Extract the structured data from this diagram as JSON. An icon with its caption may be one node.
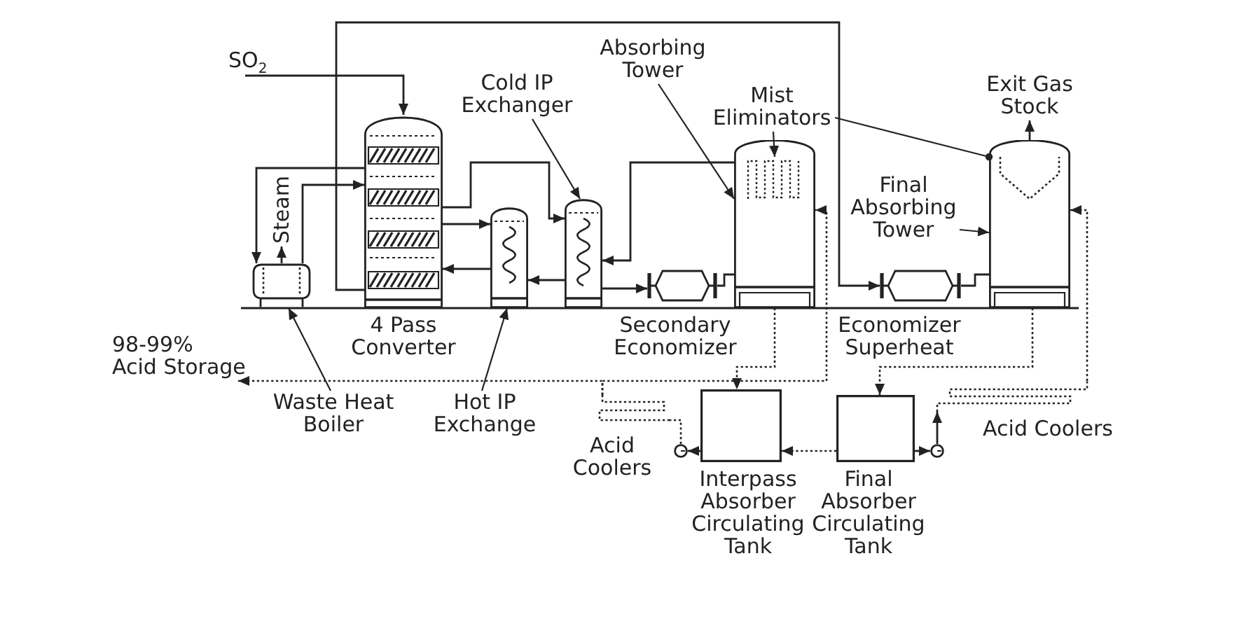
{
  "diagram": {
    "nodes": [
      {
        "text": [
          "SO$_{2}$"
        ]
      },
      {
        "text": [
          "4 Pass Converter"
        ]
      },
      {
        "text": [],
        "shape": "cylinder"
      },
      {
        "text": [
          "Steam"
        ]
      },
      {
        "text": [
          "Waste Heat Boiler"
        ]
      },
      {
        "text": [],
        "shape": "cylinder"
      },
      {
        "text": [
          "Hot IP Exchange"
        ]
      },
      {
        "text": [],
        "shape": "cylinder"
      },
      {
        "text": [
          "Cold IP Exchanger"
        ]
      },
      {
        "text": [
          "Secondary Economizer"
        ]
      },
      {
        "text": [],
        "shape": "cylinder"
      },
      {
        "text": [],
        "shape": "box",
        "in": 10
      },
      {
        "text": [
          "Absorbing Tower"
        ]
      },
      {
        "text": [
          "Mist Eliminators"
        ]
      },
      {
        "text": [
          "Economizer Superheat"
        ]
      },
      {
        "text": [],
        "shape": "cylinder"
      },
      {
        "text": [
          "Final Absorbing Tower"
        ]
      },
      {
        "text": [
          "Exit Gas Stock"
        ]
      },
      {
        "text": [
          "98-99% Acid Storage"
        ]
      },
      {
        "text": [
          "Acid Coolers"
        ]
      },
      {
        "text": [],
        "shape": "circle"
      },
      {
        "text": [
          "Interpass Absorber Circulating Tank"
        ]
      },
      {
        "text": [
          "Final Absorber Circulating Tank"
        ]
      },
      {
        "text": [],
        "shape": "circle"
      },
      {
        "text": [
          "Acid Coolers"
        ]
      }
    ],
    "edges": [
      {
        "from": 0,
        "to": 1,
        "arrow": "to"
      },
      {
        "from": 1,
        "to": 2,
        "arrow": "to"
      },
      {
        "from": 2,
        "to": 1,
        "arrow": "to"
      },
      {
        "from": 2,
        "to": 3,
        "arrow": "to"
      },
      {
        "from": 1,
        "to": 5,
        "arrow": "to"
      },
      {
        "from": 5,
        "to": 1,
        "arrow": "to"
      },
      {
        "from": 1,
        "to": 7,
        "arrow": "to"
      },
      {
        "from": 7,
        "to": 5,
        "arrow": "to"
      },
      {
        "from": 7,
        "to": 9,
        "arrow": "to"
      },
      {
        "from": 9,
        "to": 10,
        "arrow": "none"
      },
      {
        "from": 10,
        "to": 7,
        "arrow": "to"
      },
      {
        "from": 1,
        "to": 14,
        "arrow": "to"
      },
      {
        "from": 14,
        "to": 15,
        "arrow": "none"
      },
      {
        "from": 15,
        "to": 17,
        "arrow": "to"
      },
      {
        "from": 4,
        "to": 2,
        "arrow": "to"
      },
      {
        "from": 6,
        "to": 5,
        "arrow": "to"
      },
      {
        "from": 8,
        "to": 7,
        "arrow": "to"
      },
      {
        "from": 12,
        "to": 10,
        "arrow": "to"
      },
      {
        "from": 13,
        "to": 11,
        "arrow": "to"
      },
      {
        "from": 13,
        "to": 15,
        "arrow": "other"
      },
      {
        "from": 16,
        "to": 15,
        "arrow": "to"
      },
      {
        "from": 10,
        "to": 21,
        "arrow": "to",
        "style": "dashed"
      },
      {
        "from": 15,
        "to": 22,
        "arrow": "to",
        "style": "dashed"
      },
      {
        "from": 22,
        "to": 21,
        "arrow": "to",
        "style": "dashed"
      },
      {
        "from": 21,
        "to": 20,
        "arrow": "to"
      },
      {
        "from": 20,
        "to": 19,
        "arrow": "none",
        "style": "dashed"
      },
      {
        "from": 19,
        "to": 18,
        "arrow": "to",
        "style": "dashed"
      },
      {
        "from": 19,
        "to": 10,
        "arrow": "to",
        "style": "dashed"
      },
      {
        "from": 22,
        "to": 23,
        "arrow": "to"
      },
      {
        "from": 23,
        "to": 24,
        "arrow": "to"
      },
      {
        "from": 24,
        "to": 15,
        "arrow": "to",
        "style": "dashed"
      }
    ]
  }
}
